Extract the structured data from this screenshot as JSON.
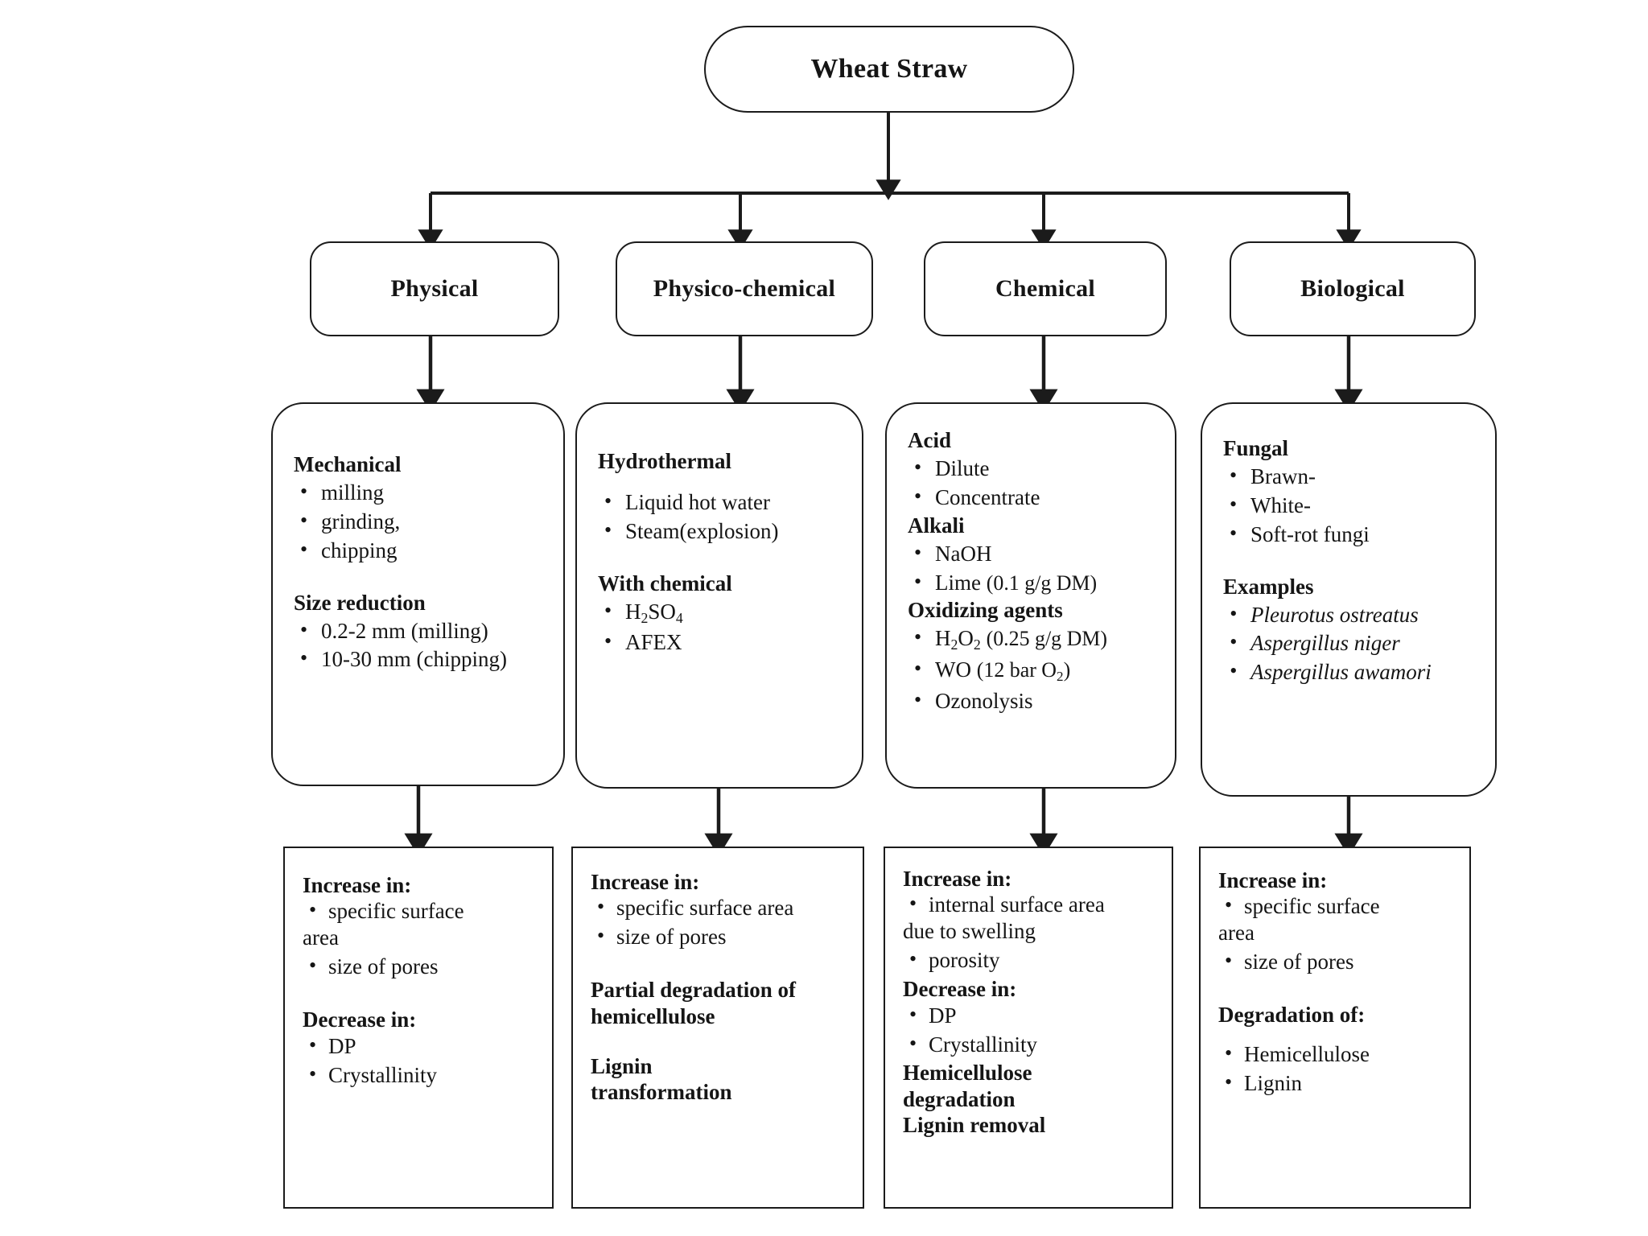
{
  "diagram": {
    "title": "Wheat straw pretreatment methods flowchart",
    "root": {
      "label": "Wheat Straw"
    },
    "categories": [
      {
        "label": "Physical"
      },
      {
        "label": "Physico-chemical"
      },
      {
        "label": "Chemical"
      },
      {
        "label": "Biological"
      }
    ],
    "methods": [
      {
        "column": "physical",
        "groups": [
          {
            "heading": "Mechanical",
            "items": [
              "milling",
              "grinding,",
              "chipping"
            ]
          },
          {
            "heading": "Size reduction",
            "items": [
              "0.2-2 mm (milling)",
              "10-30 mm (chipping)"
            ]
          }
        ]
      },
      {
        "column": "physico-chemical",
        "groups": [
          {
            "heading": "Hydrothermal",
            "items": [
              "Liquid hot water",
              "Steam(explosion)"
            ]
          },
          {
            "heading": "With chemical",
            "items": [
              "H2SO4",
              "AFEX"
            ]
          }
        ]
      },
      {
        "column": "chemical",
        "groups": [
          {
            "heading": "Acid",
            "items": [
              "Dilute",
              "Concentrate"
            ]
          },
          {
            "heading": "Alkali",
            "items": [
              "NaOH",
              "Lime (0.1 g/g DM)"
            ]
          },
          {
            "heading": "Oxidizing agents",
            "items": [
              "H2O2 (0.25 g/g DM)",
              "WO (12 bar O2)",
              "Ozonolysis"
            ]
          }
        ]
      },
      {
        "column": "biological",
        "groups": [
          {
            "heading": "Fungal",
            "items": [
              "Brawn-",
              "White-",
              "Soft-rot fungi"
            ]
          },
          {
            "heading": "Examples",
            "items": [
              "Pleurotus ostreatus",
              "Aspergillus niger",
              "Aspergillus  awamori"
            ]
          }
        ]
      }
    ],
    "effects": [
      {
        "column": "physical",
        "blocks": [
          {
            "heading": "Increase in:",
            "items": [
              "specific surface",
              "area",
              "size of pores"
            ]
          },
          {
            "heading": "Decrease in:",
            "items": [
              "DP",
              "Crystallinity"
            ]
          }
        ]
      },
      {
        "column": "physico-chemical",
        "blocks": [
          {
            "heading": "Increase in:",
            "items": [
              "specific surface area",
              "size of pores"
            ]
          },
          {
            "heading": "Partial degradation of hemicellulose",
            "items": []
          },
          {
            "heading": "Lignin transformation",
            "items": []
          }
        ]
      },
      {
        "column": "chemical",
        "blocks": [
          {
            "heading": "Increase in:",
            "items": [
              "internal surface area",
              "due to swelling",
              "porosity"
            ]
          },
          {
            "heading": "Decrease in:",
            "items": [
              "DP",
              "Crystallinity"
            ]
          },
          {
            "heading": "Hemicellulose degradation",
            "items": []
          },
          {
            "heading": "Lignin removal",
            "items": []
          }
        ]
      },
      {
        "column": "biological",
        "blocks": [
          {
            "heading": "Increase in:",
            "items": [
              "specific surface",
              "area",
              "size of pores"
            ]
          },
          {
            "heading": "Degradation of:",
            "items": [
              "Hemicellulose",
              "Lignin"
            ]
          }
        ]
      }
    ],
    "colors": {
      "stroke": "#1b1b1b",
      "background": "#ffffff",
      "text": "#151515"
    }
  },
  "text": {
    "root_label": "Wheat Straw",
    "cat_physical": "Physical",
    "cat_physico": "Physico-chemical",
    "cat_chemical": "Chemical",
    "cat_biological": "Biological",
    "p_h1": "Mechanical",
    "p_i1": "milling",
    "p_i2": "grinding,",
    "p_i3": "chipping",
    "p_h2": "Size reduction",
    "p_i4": "0.2-2 mm (milling)",
    "p_i5": "10-30 mm (chipping)",
    "pc_h1": "Hydrothermal",
    "pc_i1": "Liquid hot water",
    "pc_i2": "Steam(explosion)",
    "pc_h2": "With chemical",
    "pc_i3": "AFEX",
    "c_h1": "Acid",
    "c_i1": "Dilute",
    "c_i2": "Concentrate",
    "c_h2": "Alkali",
    "c_i3": "NaOH",
    "c_i4_a": "Lime",
    "c_i4_b": "(0.1 g/g DM)",
    "c_h3": "Oxidizing agents",
    "c_i5_b": "(0.25 g/g DM)",
    "c_i6_a": "WO",
    "c_i6_b1": "(12 bar O",
    "c_i6_b2": ")",
    "c_i7": "Ozonolysis",
    "b_h1": "Fungal",
    "b_i1": "Brawn-",
    "b_i2": "White-",
    "b_i3": "Soft-rot fungi",
    "b_h2": "Examples",
    "b_i4": "Pleurotus ostreatus",
    "b_i5": "Aspergillus niger",
    "b_i6": "Aspergillus  awamori",
    "e1_h1": "Increase in:",
    "e1_i1": "specific surface",
    "e1_i1b": "area",
    "e1_i2": "size of pores",
    "e1_h2": "Decrease in:",
    "e1_i3": "DP",
    "e1_i4": "Crystallinity",
    "e2_h1": "Increase in:",
    "e2_i1": "specific surface area",
    "e2_i2": "size of pores",
    "e2_h2": "Partial degradation of hemicellulose",
    "e2_h3": "Lignin transformation",
    "e3_h1": "Increase in:",
    "e3_i1": "internal surface area",
    "e3_i1b": "due to swelling",
    "e3_i2": "porosity",
    "e3_h2": "Decrease in:",
    "e3_i3": "DP",
    "e3_i4": "Crystallinity",
    "e3_h3": "Hemicellulose degradation",
    "e3_h4": "Lignin removal",
    "e4_h1": "Increase in:",
    "e4_i1": "specific surface",
    "e4_i1b": "area",
    "e4_i2": "size of pores",
    "e4_h2": "Degradation of:",
    "e4_i3": "Hemicellulose",
    "e4_i4": "Lignin"
  }
}
